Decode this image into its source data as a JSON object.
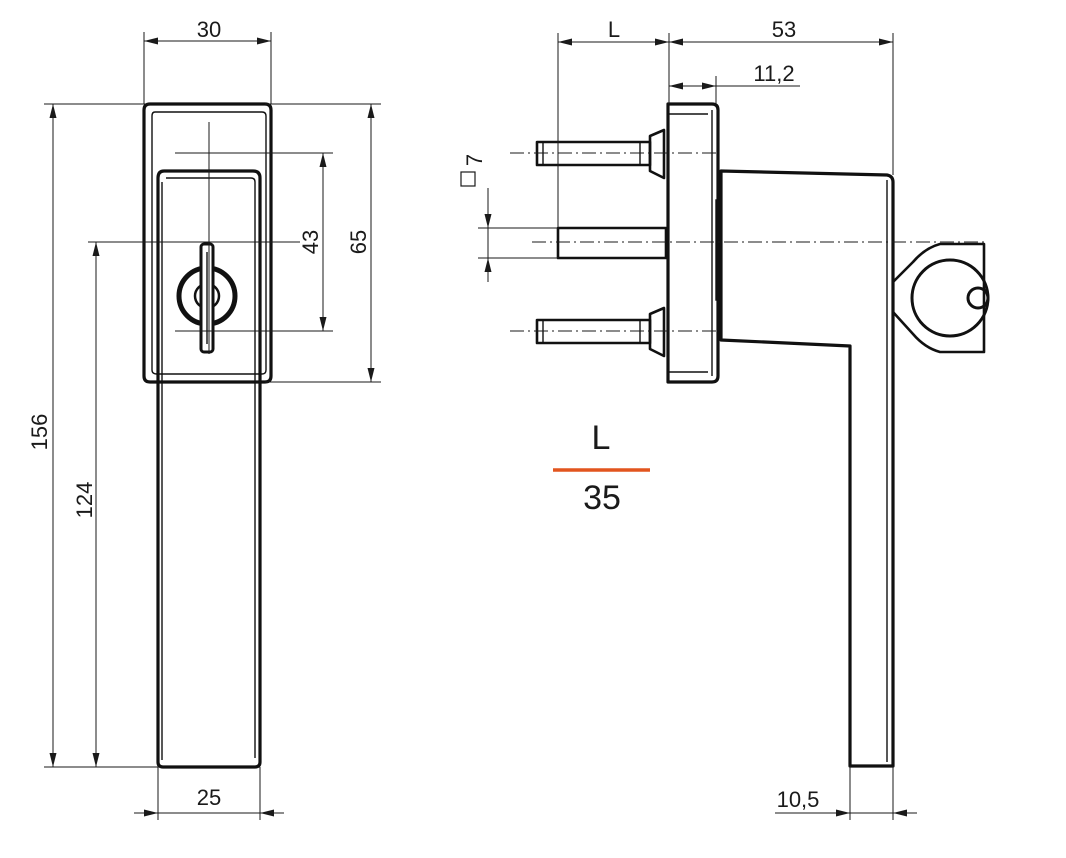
{
  "dimensions": {
    "handle_width_top": "30",
    "handle_width_bottom": "25",
    "total_height": "156",
    "spindle_to_bottom": "124",
    "spindle_offset": "43",
    "rosette_height": "65",
    "spindle_length": "L",
    "projection": "53",
    "rosette_thickness": "11,2",
    "square_spindle": "7",
    "grip_depth": "10,5"
  },
  "legend": {
    "variable": "L",
    "value": "35",
    "divider_color": "#e2551e"
  },
  "colors": {
    "line": "#111111"
  }
}
